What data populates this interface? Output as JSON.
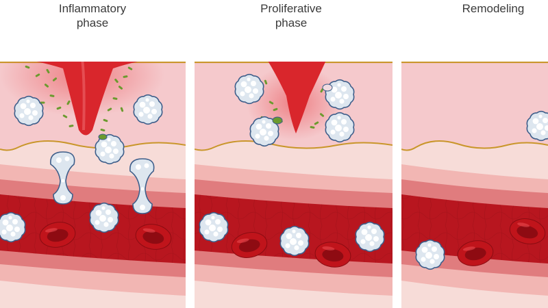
{
  "panels": [
    {
      "id": "inflammatory",
      "title_line1": "Inflammatory",
      "title_line2": "phase"
    },
    {
      "id": "proliferative",
      "title_line1": "Proliferative",
      "title_line2": "phase"
    },
    {
      "id": "remodeling",
      "title_line1": "Remodeling",
      "title_line2": ""
    }
  ],
  "colors": {
    "epidermis": "#f5c9cc",
    "dermis": "#f7dcd8",
    "surface_line": "#c9962a",
    "vessel_wall_outer": "#f2b6b3",
    "vessel_wall_inner": "#e07c7e",
    "blood": "#b8161f",
    "clot": "#d9262c",
    "white_cell_fill": "#dde6ef",
    "white_cell_stroke": "#3e5e8a",
    "bacteria": "#6b9a2e",
    "red_cell": "#c0141b",
    "background": "#ffffff"
  }
}
